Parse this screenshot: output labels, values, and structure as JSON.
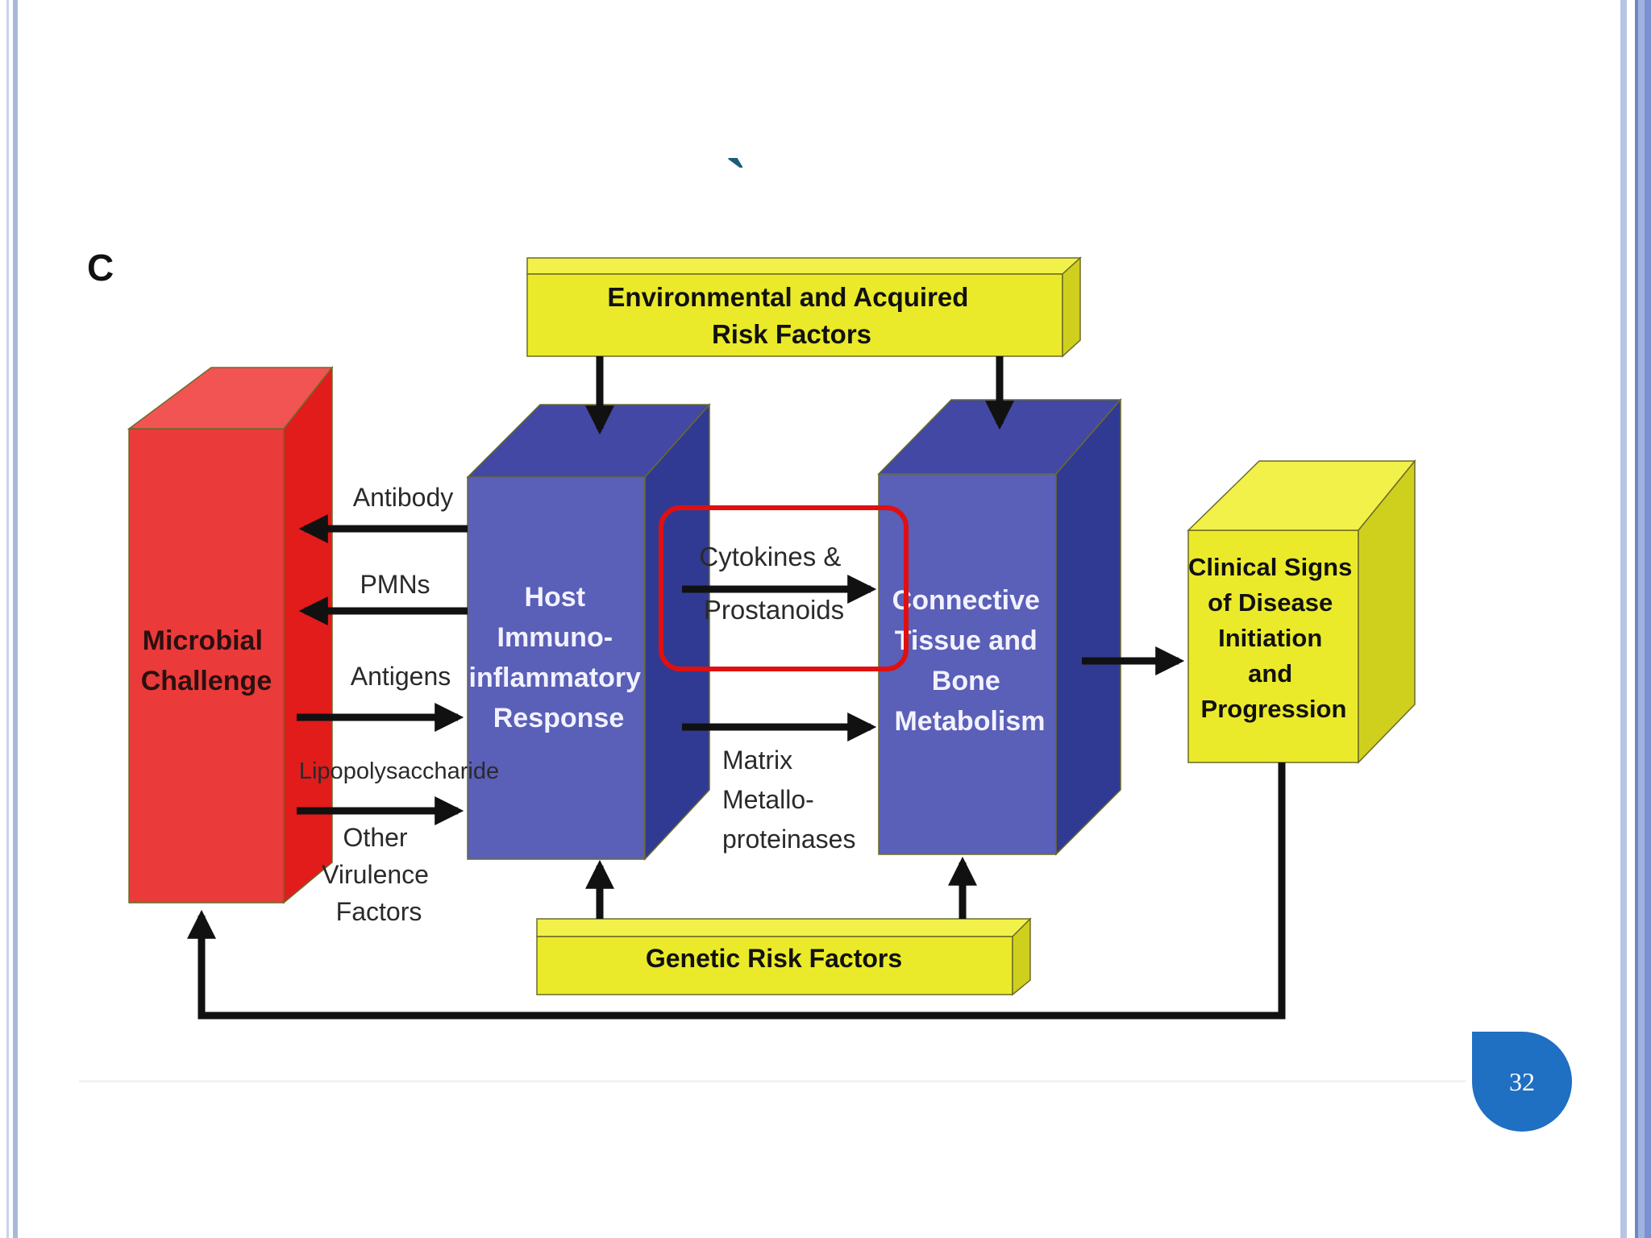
{
  "slide": {
    "title_glyph": "`",
    "page_number": "32"
  },
  "diagram": {
    "panel_label": "C",
    "colors": {
      "red_front": "#ea3a3a",
      "red_side": "#e21b1b",
      "red_top": "#f25353",
      "blue_front": "#5a5fb8",
      "blue_side": "#303a93",
      "blue_top": "#4248a3",
      "yellow_front": "#eaea2a",
      "yellow_side": "#cfcf1e",
      "yellow_top": "#f1f14a",
      "highlight": "#e01010",
      "arrow": "#111111"
    },
    "boxes": {
      "microbial": [
        "Microbial",
        "Challenge"
      ],
      "host": [
        "Host",
        "Immuno-",
        "inflammatory",
        "Response"
      ],
      "connective": [
        "Connective",
        "Tissue and",
        "Bone",
        "Metabolism"
      ],
      "clinical": [
        "Clinical Signs",
        "of Disease",
        "Initiation",
        "and",
        "Progression"
      ],
      "environmental": [
        "Environmental and Acquired",
        "Risk Factors"
      ],
      "genetic": [
        "Genetic Risk Factors"
      ]
    },
    "labels": {
      "antibody": "Antibody",
      "pmns": "PMNs",
      "antigens": "Antigens",
      "lps": "Lipopolysaccharide",
      "other_virulence": [
        "Other",
        "Virulence",
        "Factors"
      ],
      "cytokines": [
        "Cytokines &",
        "Prostanoids"
      ],
      "mmp": [
        "Matrix",
        "Metallo-",
        "proteinases"
      ]
    }
  }
}
